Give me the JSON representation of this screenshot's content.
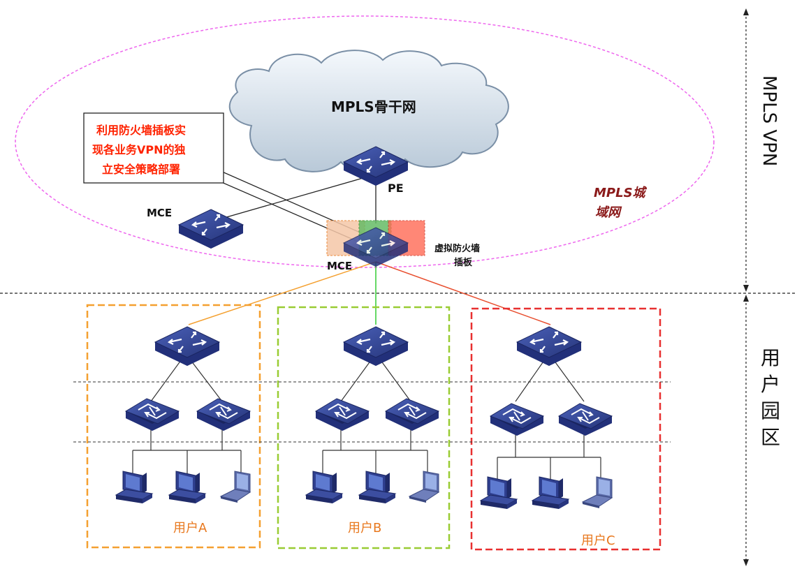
{
  "labels": {
    "cloud": "MPLS骨干网",
    "pe": "PE",
    "mce_left": "MCE",
    "mce_center": "MCE",
    "metro": [
      "MPLS城",
      "域网"
    ],
    "vfw": [
      "虚拟防火墙",
      "插板"
    ],
    "callout": [
      "利用防火墙插板实",
      "现各业务VPN的独",
      "立安全策略部署"
    ],
    "side_top": "MPLS VPN",
    "side_bottom": "用户园区",
    "user_a": "用户A",
    "user_b": "用户B",
    "user_c": "用户C"
  },
  "colors": {
    "user_a": "#f4a030",
    "user_b": "#99cc33",
    "user_c": "#e83030",
    "metro_ellipse": "#ee66ee",
    "callout_text": "#ff2200",
    "metro_text": "#8b1a1a",
    "user_label": "#e8781e",
    "device": "#2f3f8f"
  },
  "icons": [
    "core-switch-icon",
    "access-switch-icon",
    "desktop-pc-icon",
    "laptop-icon",
    "cloud-icon",
    "firewall-board-icon"
  ]
}
